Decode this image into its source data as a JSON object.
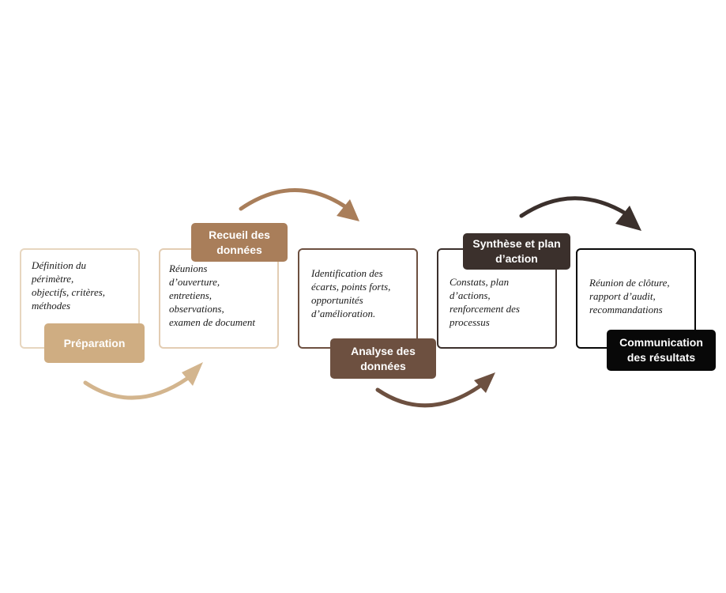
{
  "colors": {
    "step1": "#cfad82",
    "step2": "#a97e5a",
    "step3": "#6d5040",
    "step4": "#3b302c",
    "step5": "#080808"
  },
  "steps": [
    {
      "label": [
        "Préparation"
      ],
      "description": [
        "Définition du",
        "périmètre,",
        "objectifs, critères,",
        "méthodes"
      ]
    },
    {
      "label": [
        "Recueil des",
        "données"
      ],
      "description": [
        "Réunions",
        "d’ouverture,",
        "entretiens,",
        "observations,",
        "examen de document"
      ]
    },
    {
      "label": [
        "Analyse des",
        "données"
      ],
      "description": [
        "Identification des",
        "écarts, points forts,",
        "opportunités",
        "d’amélioration."
      ]
    },
    {
      "label": [
        "Synthèse et plan",
        "d’action"
      ],
      "description": [
        "Constats, plan",
        "d’actions,",
        "renforcement des",
        "processus"
      ]
    },
    {
      "label": [
        "Communication",
        "des résultats"
      ],
      "description": [
        "Réunion de clôture,",
        "rapport d’audit,",
        "recommandations"
      ]
    }
  ]
}
